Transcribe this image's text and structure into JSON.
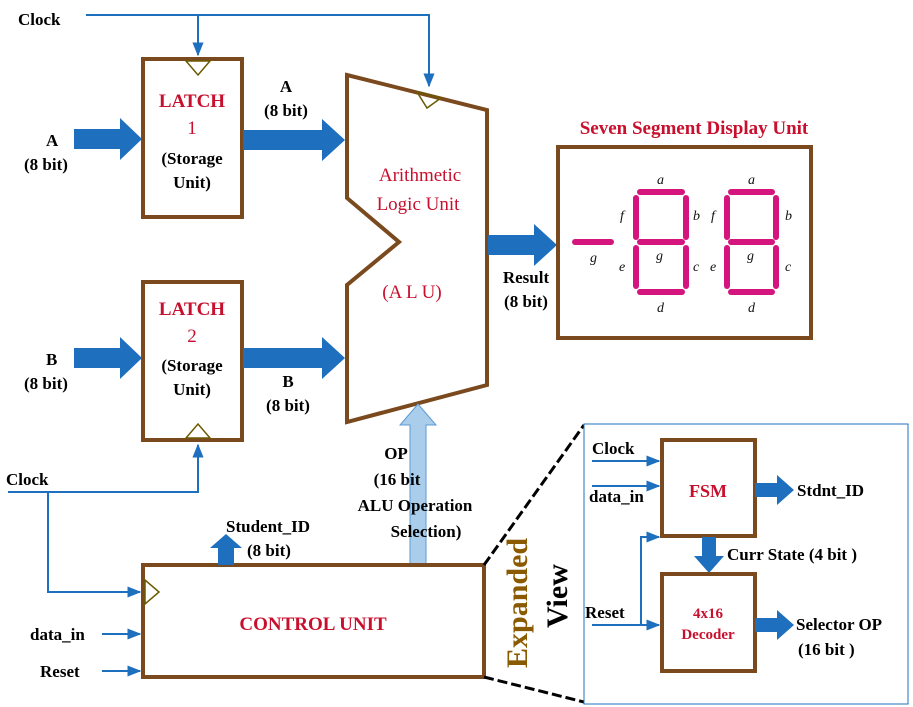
{
  "colors": {
    "block_border": "#7a4a1e",
    "bus_arrow": "#1f6fbf",
    "signal_line": "#1f6fbf",
    "op_arrow": "#a9cdea",
    "label_red": "#c8102e",
    "segment": "#d4157d",
    "expanded_label": "#8a5a00"
  },
  "signals": {
    "clock_top": "Clock",
    "clock_bottom": "Clock",
    "data_in": "data_in",
    "reset": "Reset"
  },
  "inputs": {
    "a_name": "A",
    "a_width": "(8 bit)",
    "b_name": "B",
    "b_width": "(8 bit)"
  },
  "latch1": {
    "title": "LATCH",
    "number": "1",
    "sub1": "(Storage",
    "sub2": "Unit)"
  },
  "latch2": {
    "title": "LATCH",
    "number": "2",
    "sub1": "(Storage",
    "sub2": "Unit)"
  },
  "bus_labels": {
    "a_name": "A",
    "a_width": "(8 bit)",
    "b_name": "B",
    "b_width": "(8 bit)",
    "result_name": "Result",
    "result_width": "(8 bit)"
  },
  "alu": {
    "line1": "Arithmetic",
    "line2": "Logic Unit",
    "line3": "(A L U)"
  },
  "op": {
    "line1": "OP",
    "line2": "(16 bit",
    "line3": "ALU Operation",
    "line4": "Selection)"
  },
  "display": {
    "title": "Seven Segment Display Unit",
    "seg_labels": {
      "a": "a",
      "b": "b",
      "c": "c",
      "d": "d",
      "e": "e",
      "f": "f",
      "g": "g"
    },
    "sign_label": "g"
  },
  "control_unit": {
    "title": "CONTROL UNIT",
    "student_id": "Student_ID",
    "student_id_width": "(8 bit)"
  },
  "expanded": {
    "label_line1": "Expanded",
    "label_line2": "View",
    "clock": "Clock",
    "data_in": "data_in",
    "reset": "Reset",
    "fsm": "FSM",
    "stdnt_id": "Stdnt_ID",
    "curr_state": "Curr State (4 bit )",
    "decoder_line1": "4x16",
    "decoder_line2": "Decoder",
    "selector_op": "Selector OP",
    "selector_width": "(16 bit )"
  }
}
